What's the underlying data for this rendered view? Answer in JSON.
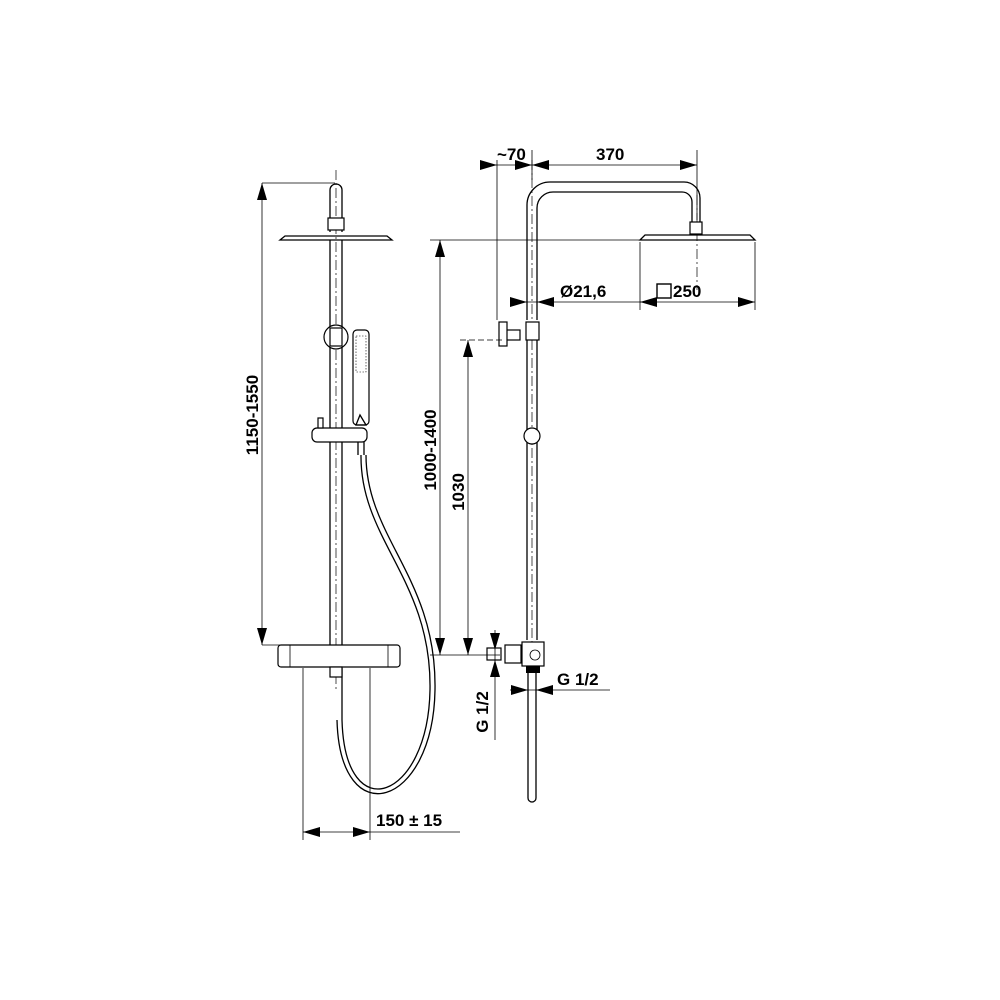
{
  "title": "Shower system dimension drawing",
  "front_view": {
    "height_range": "1150-1550",
    "connection_spacing": "150 ± 15"
  },
  "side_view": {
    "wall_offset": "~70",
    "arm_length": "370",
    "pipe_diameter": "Ø21,6",
    "head_size": "250",
    "head_size_symbol": "square",
    "head_height_range": "1000-1400",
    "bracket_height": "1030",
    "inlet_thread_vertical": "G 1/2",
    "inlet_thread_horizontal": "G 1/2"
  }
}
